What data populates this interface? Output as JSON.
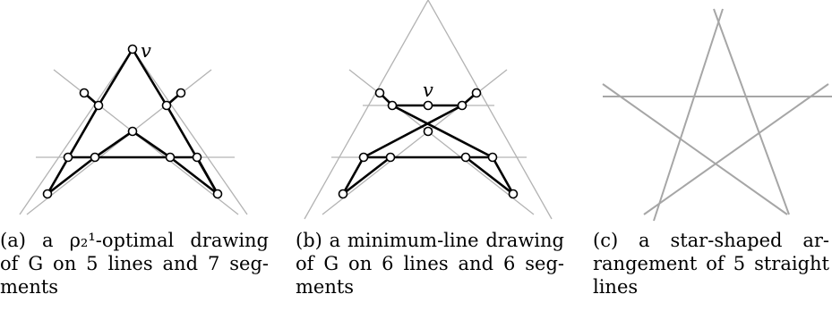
{
  "figures": [
    {
      "id": "a",
      "vertex_label": "v",
      "caption_lines": [
        "(a) a ρ₂¹-optimal drawing",
        "of G on 5 lines and 7 seg-",
        "ments"
      ]
    },
    {
      "id": "b",
      "vertex_label": "v",
      "caption_lines": [
        "(b) a minimum-line drawing",
        "of G on 6 lines and 6 seg-",
        "ments"
      ]
    },
    {
      "id": "c",
      "caption_lines": [
        "(c) a star-shaped ar-",
        "rangement of 5 straight",
        "lines"
      ]
    }
  ]
}
